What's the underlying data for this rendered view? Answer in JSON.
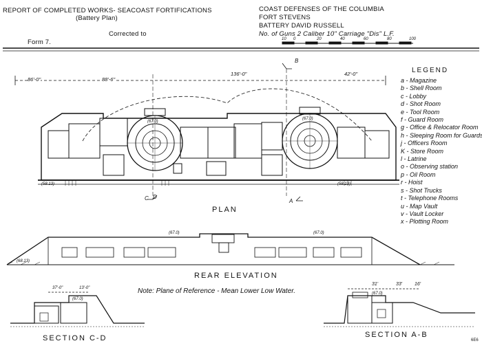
{
  "header": {
    "report_title": "REPORT OF COMPLETED WORKS- SEACOAST FORTIFICATIONS",
    "report_subtitle": "(Battery Plan)",
    "corrected_to": "Corrected to",
    "form_number": "Form 7.",
    "defenses": "COAST DEFENSES OF THE COLUMBIA",
    "fort": "FORT STEVENS",
    "battery": "BATTERY DAVID RUSSELL",
    "guns_line": "No. of Guns 2     Caliber 10\"     Carriage \"Dis\" L.F.",
    "scale_ticks": [
      "10",
      "0",
      "20",
      "40",
      "60",
      "80",
      "100"
    ]
  },
  "legend": {
    "title": "LEGEND",
    "items": [
      "a - Magazine",
      "b - Shell Room",
      "c - Lobby",
      "d - Shot Room",
      "e - Tool Room",
      "f - Guard Room",
      "g - Office & Relocator Room",
      "h - Sleeping Room for Guards",
      "j - Officers Room",
      "K - Store Room",
      "l - Latrine",
      "o - Observing station",
      "p - Oil Room",
      "r - Hoist",
      "s - Shot Trucks",
      "t - Telephone Rooms",
      "u - Map Vault",
      "v - Vault Locker",
      "x - Plotting Room"
    ]
  },
  "plan": {
    "caption": "PLAN",
    "dims": [
      "86'-0\"",
      "88'-6\"",
      "136'-0\"",
      "42'-0\""
    ],
    "section_marks": [
      "B",
      "D",
      "C",
      "A"
    ],
    "elevations": [
      "(67.0)",
      "(67.0)",
      "(58.13)",
      "(58.13)"
    ]
  },
  "rear_elevation": {
    "caption": "REAR ELEVATION",
    "elevations": [
      "(67.0)",
      "(67.0)",
      "(68.13)"
    ]
  },
  "note": "Note: Plane of Reference - Mean Lower Low Water.",
  "sections": {
    "cd_caption": "SECTION C-D",
    "ab_caption": "SECTION A-B",
    "cd_dims": [
      "37'-0\"",
      "13'-0\""
    ],
    "ab_dims": [
      "31'",
      "33'",
      "16'"
    ],
    "elevations": [
      "(67.0)",
      "(67.0)"
    ]
  },
  "corner_mark": "6E6"
}
